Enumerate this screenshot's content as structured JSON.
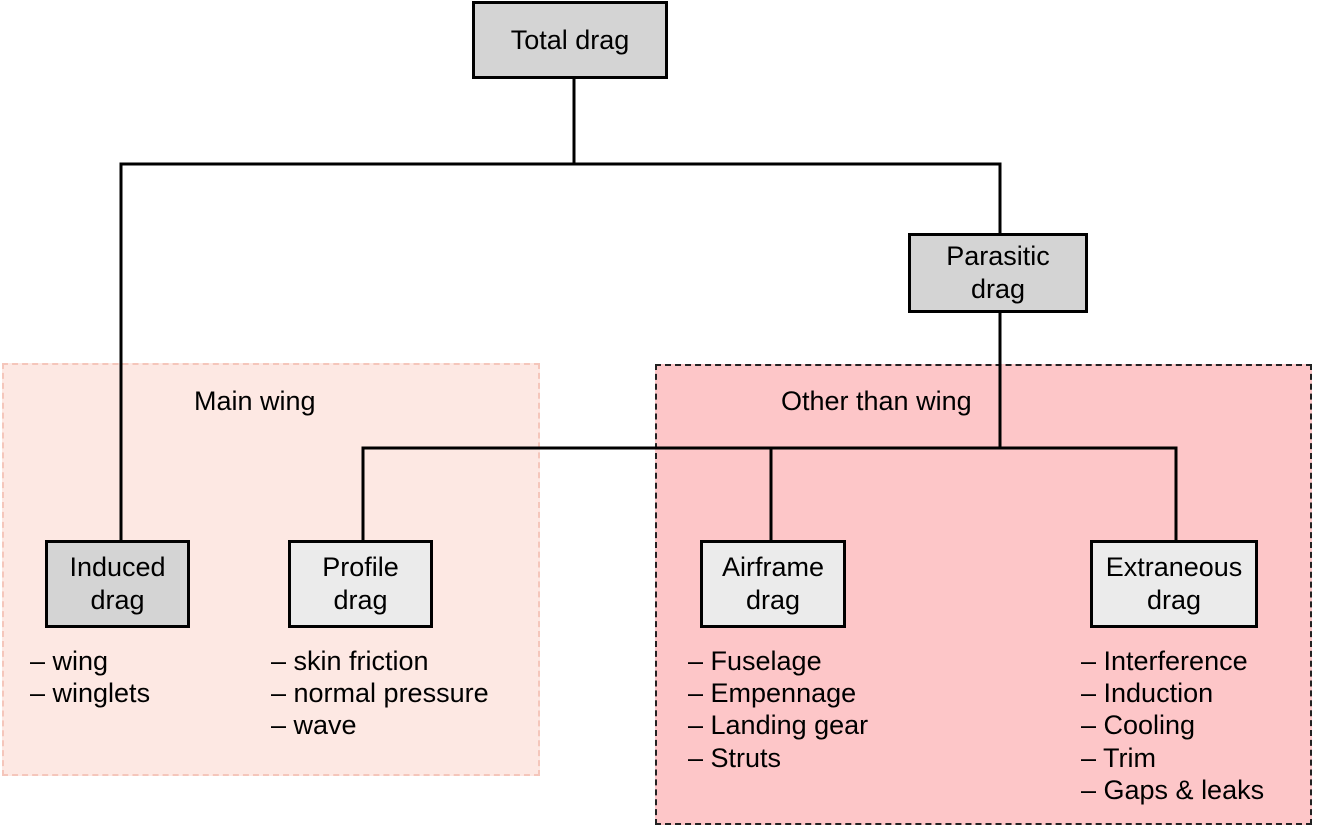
{
  "regions": {
    "main_wing": "Main wing",
    "other_than_wing": "Other than wing"
  },
  "nodes": {
    "total": {
      "line1": "Total drag"
    },
    "parasitic": {
      "line1": "Parasitic",
      "line2": "drag"
    },
    "induced": {
      "line1": "Induced",
      "line2": "drag",
      "items": [
        "– wing",
        "– winglets"
      ]
    },
    "profile": {
      "line1": "Profile",
      "line2": "drag",
      "items": [
        "– skin friction",
        "– normal pressure",
        "– wave"
      ]
    },
    "airframe": {
      "line1": "Airframe",
      "line2": "drag",
      "items": [
        "– Fuselage",
        "– Empennage",
        "– Landing gear",
        "– Struts"
      ]
    },
    "extraneous": {
      "line1": "Extraneous",
      "line2": "drag",
      "items": [
        "– Interference",
        "– Induction",
        "– Cooling",
        "– Trim",
        "– Gaps & leaks"
      ]
    }
  },
  "colors": {
    "main_wing_region": "#fde8e3",
    "other_than_wing_region": "#fdc6c8",
    "dark_box": "#d4d4d4",
    "light_box": "#ebebeb"
  }
}
